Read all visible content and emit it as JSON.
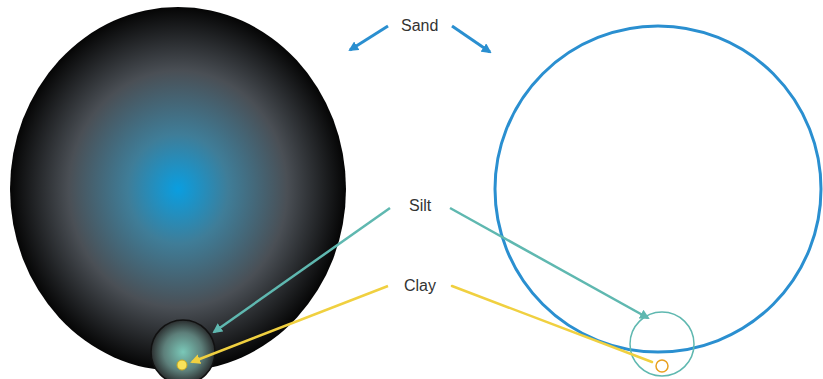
{
  "diagram": {
    "labels": [
      "Sand",
      "Silt",
      "Clay"
    ]
  }
}
